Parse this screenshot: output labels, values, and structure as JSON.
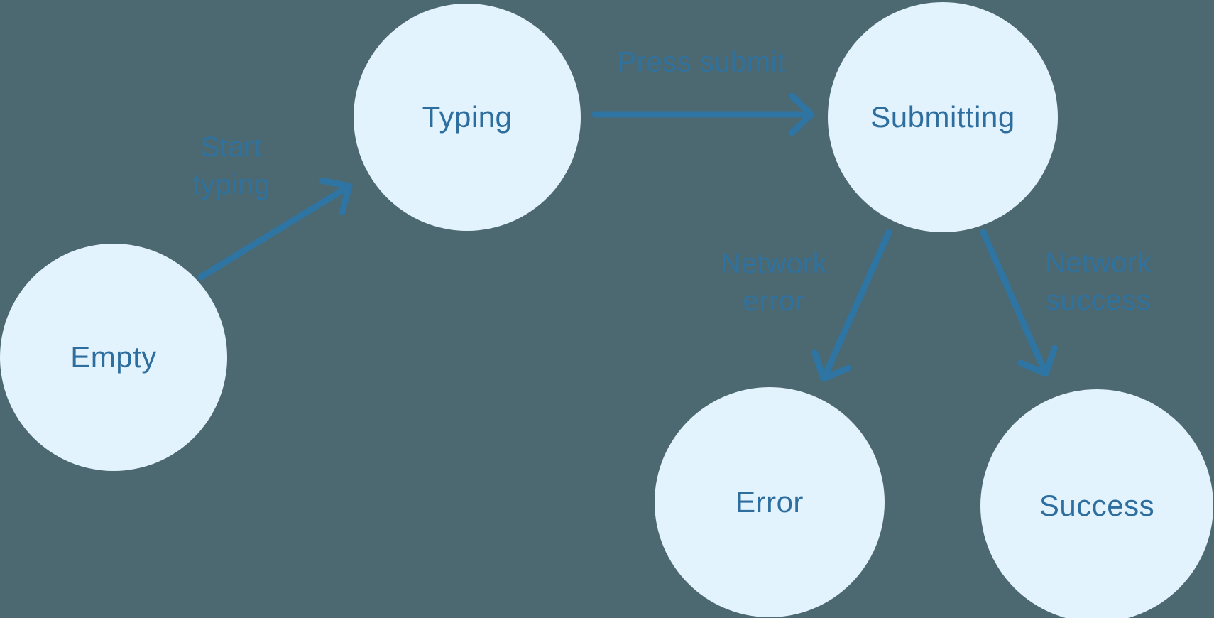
{
  "diagram": {
    "type": "state-machine",
    "colors": {
      "background": "#4c6870",
      "node_fill": "#e3f3fd",
      "node_text": "#2d6e9e",
      "arrow": "#2e75a4",
      "edge_label_text": "#2e73a3"
    },
    "nodes": [
      {
        "id": "empty",
        "label": "Empty"
      },
      {
        "id": "typing",
        "label": "Typing"
      },
      {
        "id": "submitting",
        "label": "Submitting"
      },
      {
        "id": "error",
        "label": "Error"
      },
      {
        "id": "success",
        "label": "Success"
      }
    ],
    "edges": [
      {
        "from": "Empty",
        "to": "Typing",
        "label": "Start typing",
        "label_lines": [
          "Start",
          "typing"
        ]
      },
      {
        "from": "Typing",
        "to": "Submitting",
        "label": "Press submit",
        "label_lines": [
          "Press submit"
        ]
      },
      {
        "from": "Submitting",
        "to": "Error",
        "label": "Network error",
        "label_lines": [
          "Network",
          "error"
        ]
      },
      {
        "from": "Submitting",
        "to": "Success",
        "label": "Network success",
        "label_lines": [
          "Network",
          "success"
        ]
      }
    ]
  }
}
